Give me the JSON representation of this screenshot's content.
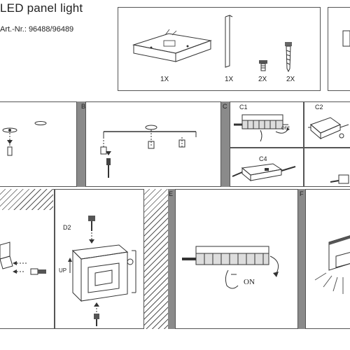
{
  "header": {
    "title": "LED panel light",
    "art_nr": "Art.-Nr.: 96488/96489"
  },
  "parts": {
    "quantities": [
      "1X",
      "1X",
      "2X",
      "2X"
    ]
  },
  "steps": {
    "b": "B",
    "c": "C",
    "c1": "C1",
    "c2": "C2",
    "c4": "C4",
    "d2": "D2",
    "e": "E",
    "f": "F"
  },
  "annotations": {
    "off": "OFF",
    "on": "ON",
    "up": "UP"
  }
}
